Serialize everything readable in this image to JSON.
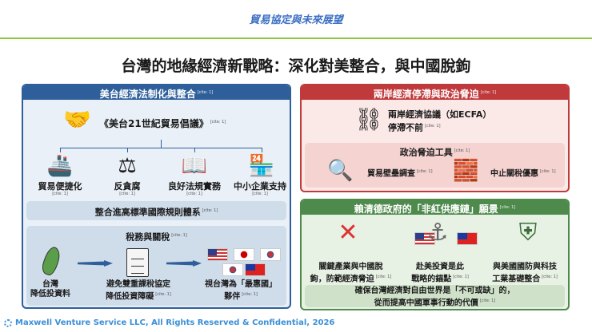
{
  "header": {
    "section_title": "貿易協定與未來展望",
    "main_title": "台灣的地緣經濟新戰略：深化對美整合，與中國脫鉤"
  },
  "cite": "[cite: 1]",
  "left_panel": {
    "title": "美台經濟法制化與整合",
    "initiative": "《美台21世紀貿易倡議》",
    "pillars": [
      {
        "label": "貿易便捷化",
        "icon": "cargo-ship-icon"
      },
      {
        "label": "反貪腐",
        "icon": "gavel-money-icon"
      },
      {
        "label": "良好法規實務",
        "icon": "book-gear-icon"
      },
      {
        "label": "中小企業支持",
        "icon": "shop-hand-icon"
      }
    ],
    "banner": "整合進高標準國際規則體系",
    "tax": {
      "title": "稅務與關稅",
      "step1_line1": "台灣",
      "step1_line2": "降低投資料",
      "step2_line1": "避免雙重課稅協定",
      "step2_line2": "降低投資障礙",
      "step3_line1": "視台灣為「最惠國」",
      "step3_line2": "夥伴"
    }
  },
  "right_top": {
    "title": "兩岸經濟停滯與政治脅迫",
    "ecfa_line1": "兩岸經濟協議（如ECFA）",
    "ecfa_line2": "停滯不前",
    "tools_title": "政治脅迫工具",
    "tool1": "貿易壁壘調查",
    "tool2": "中止關稅優惠"
  },
  "right_bottom": {
    "title": "賴清德政府的「非紅供應鏈」願景",
    "item1_line1": "關鍵產業與中國脫",
    "item1_line2": "鉤，防範經濟脅迫",
    "item2_line1": "赴美投資是此",
    "item2_line2": "戰略的錨點",
    "item3_line1": "與美國國防與科技",
    "item3_line2": "工業基礎整合",
    "banner_line1": "確保台灣經濟對自由世界是「不可或缺」的，",
    "banner_line2": "從而提高中國軍事行動的代價"
  },
  "footer": {
    "text": "Maxwell Venture Service LLC, All Rights Reserved & Confidential, 2026"
  },
  "colors": {
    "accent_blue": "#3b6fc4",
    "rule_green": "#8dc63f",
    "panel_blue": "#2f5f9a",
    "panel_red": "#c0393b",
    "panel_green": "#4e8a4c",
    "footer_blue": "#3a8fd8"
  }
}
